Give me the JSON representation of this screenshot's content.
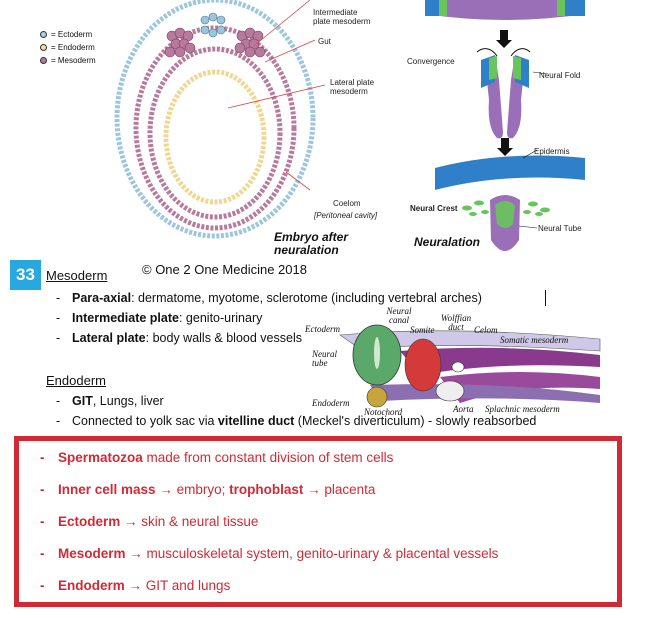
{
  "legend": {
    "items": [
      {
        "label": "= Ectoderm",
        "color": "#a9d0e6"
      },
      {
        "label": "= Endoderm",
        "color": "#f2dc9c"
      },
      {
        "label": "= Mesoderm",
        "color": "#b87a9c"
      }
    ]
  },
  "embryo_diagram": {
    "labels": {
      "intermediate": "Intermediate plate mesoderm",
      "gut": "Gut",
      "lateral": "Lateral plate mesoderm",
      "coelom": "Coelom",
      "peritoneal": "[Peritoneal cavity]"
    },
    "caption_line1": "Embryo after",
    "caption_line2": "neuralation"
  },
  "neurulation_diagram": {
    "labels": {
      "convergence": "Convergence",
      "neural_fold": "Neural Fold",
      "epidermis": "Epidermis",
      "neural_crest": "Neural Crest",
      "neural_tube": "Neural Tube"
    },
    "caption": "Neuralation"
  },
  "copyright": "© One 2 One Medicine 2018",
  "page_number": "33",
  "mesoderm": {
    "heading": "Mesoderm",
    "items": [
      {
        "term": "Para-axial",
        "text": ": dermatome, myotome, sclerotome (including vertebral arches)"
      },
      {
        "term": "Intermediate plate",
        "text": ": genito-urinary"
      },
      {
        "term": "Lateral plate",
        "text": ": body walls & blood vessels"
      }
    ]
  },
  "endoderm": {
    "heading": "Endoderm",
    "item1_term": "GIT",
    "item1_text": ", Lungs, liver",
    "item2_pre": "Connected to yolk sac via ",
    "item2_term": "vitelline duct",
    "item2_post": " (Meckel's diverticulum) - slowly reabsorbed"
  },
  "section_diagram": {
    "labels": {
      "neural_canal": "Neural canal",
      "ectoderm": "Ectoderm",
      "wolffian": "Wolffian duct",
      "somite": "Somite",
      "celom": "Celom",
      "somatic": "Somatic mesoderm",
      "neural_tube": "Neural tube",
      "endoderm": "Endoderm",
      "notochord": "Notochord",
      "aorta": "Aorta",
      "splachnic": "Splachnic mesoderm"
    }
  },
  "summary": {
    "items": [
      {
        "term": "Spermatozoa",
        "text": " made from constant division of stem cells"
      },
      {
        "term": "Inner cell mass",
        "text": " → embryo; ",
        "term2": "trophoblast",
        "text2": " → placenta"
      },
      {
        "term": "Ectoderm",
        "text": " → skin & neural tissue"
      },
      {
        "term": "Mesoderm",
        "text": " → musculoskeletal system, genito-urinary & placental vessels"
      },
      {
        "term": "Endoderm",
        "text": " → GIT and lungs"
      }
    ]
  }
}
